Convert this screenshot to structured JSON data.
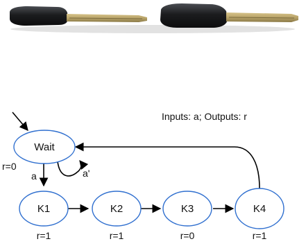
{
  "photo": {
    "subject": "two-car-keys",
    "colors": {
      "key_head": "#1b1c1e",
      "key_head_highlight": "#4a4d52",
      "key_blade": "#b9a46a",
      "key_blade_shade": "#8b7a48",
      "shadow": "#d4d4d4"
    }
  },
  "diagram": {
    "io_label": "Inputs: a; Outputs: r",
    "states": [
      {
        "id": "wait",
        "name": "Wait",
        "output": "r=0"
      },
      {
        "id": "k1",
        "name": "K1",
        "output": "r=1"
      },
      {
        "id": "k2",
        "name": "K2",
        "output": "r=1"
      },
      {
        "id": "k3",
        "name": "K3",
        "output": "r=0"
      },
      {
        "id": "k4",
        "name": "K4",
        "output": "r=1"
      }
    ],
    "transitions": [
      {
        "from": "wait",
        "to": "k1",
        "label": "a"
      },
      {
        "from": "wait",
        "to": "wait",
        "label": "a'"
      },
      {
        "from": "k1",
        "to": "k2",
        "label": ""
      },
      {
        "from": "k2",
        "to": "k3",
        "label": ""
      },
      {
        "from": "k3",
        "to": "k4",
        "label": ""
      },
      {
        "from": "k4",
        "to": "wait",
        "label": ""
      }
    ],
    "colors": {
      "state_stroke": "#2f6fcf",
      "state_fill": "#ffffff",
      "edge": "#000000",
      "text": "#111111"
    }
  }
}
